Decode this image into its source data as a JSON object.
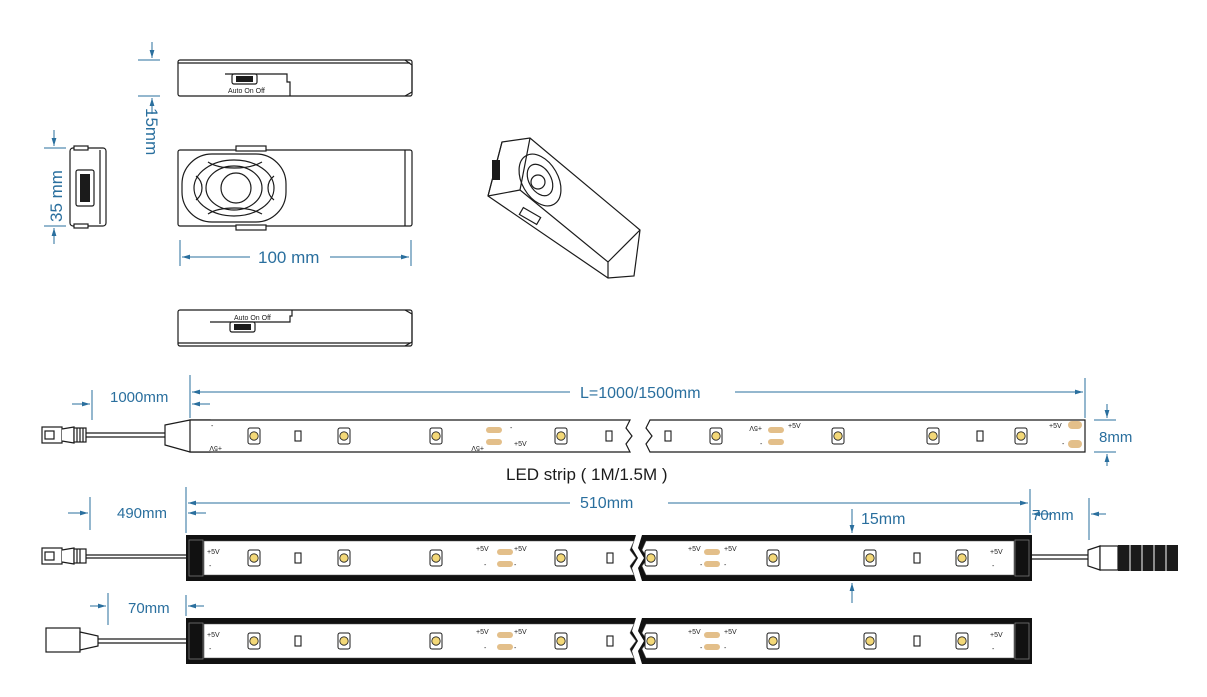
{
  "dimensions": {
    "side_height": "15mm",
    "end_height": "35 mm",
    "length": "100 mm",
    "cable_length": "1000mm",
    "strip_length": "L=1000/1500mm",
    "strip_width": "8mm",
    "bar_cable_left": "490mm",
    "bar_length": "510mm",
    "bar_width": "15mm",
    "bar_cable_right": "70mm",
    "bar2_cable_left": "70mm"
  },
  "labels": {
    "strip_caption": "LED strip ( 1M/1.5M )",
    "plus5v": "+5V",
    "minus": "-",
    "switch_text": "Auto On Off"
  },
  "colors": {
    "dimension": "#2a6f9e",
    "ink": "#1b1b1b",
    "solder_pad": "#e3bf8a",
    "led_fill": "#f3d878",
    "bar_shell": "#111111"
  }
}
